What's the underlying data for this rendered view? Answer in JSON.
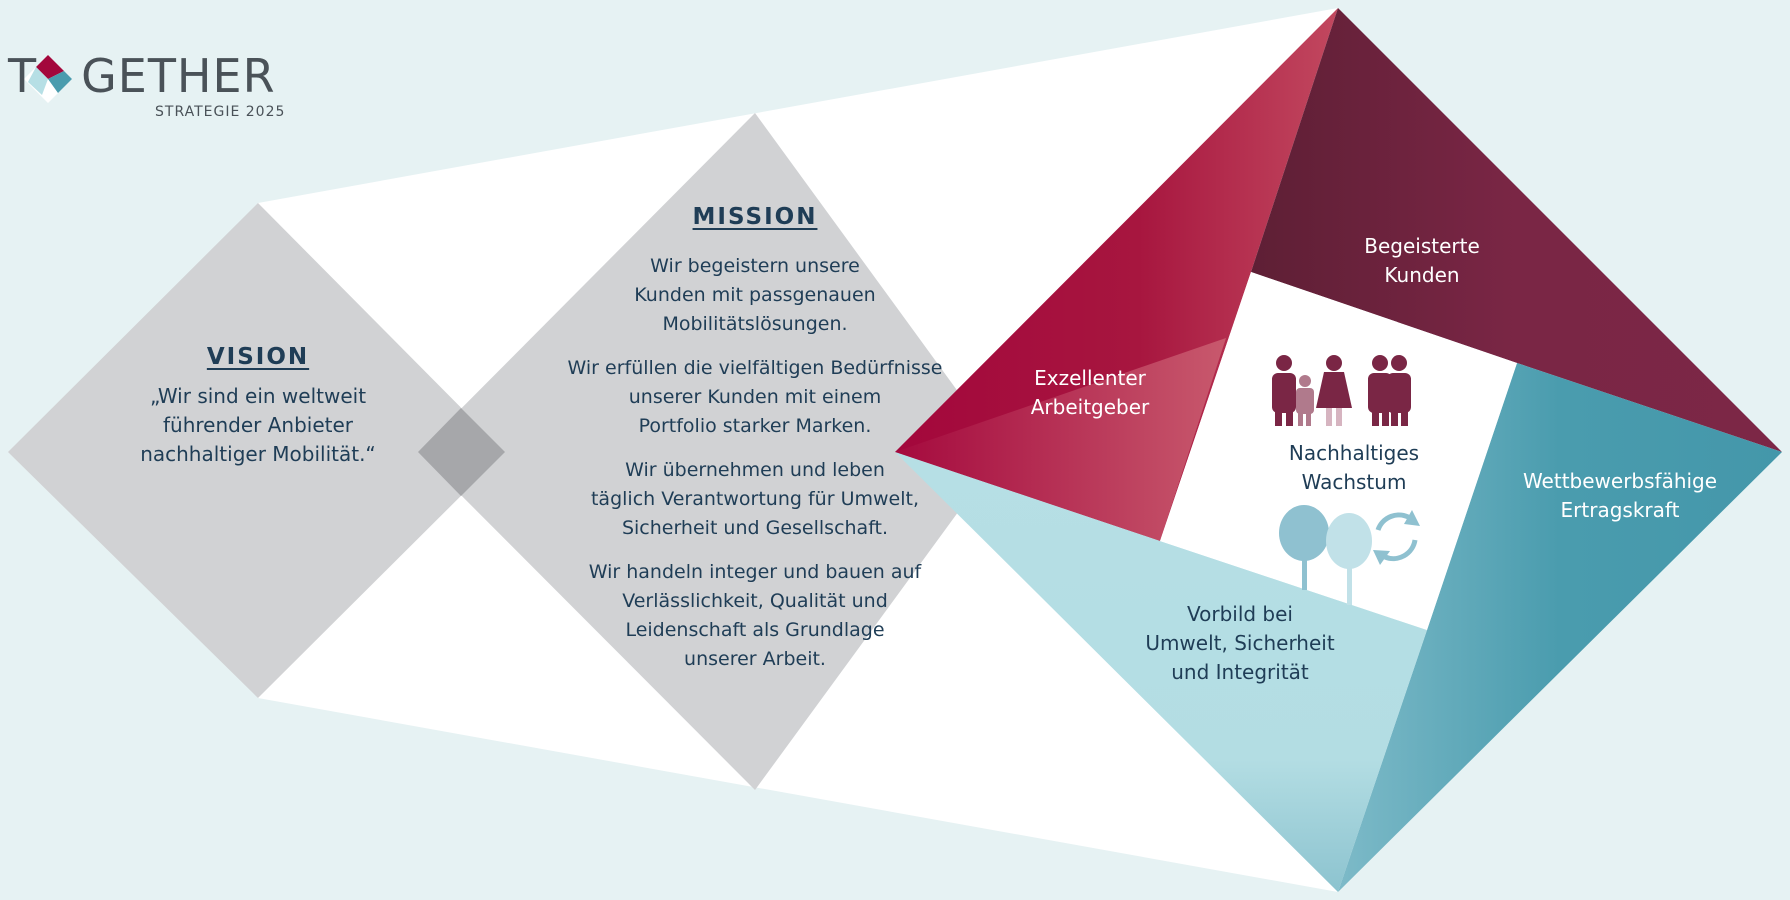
{
  "logo": {
    "letter_t": "T",
    "letters_rest": "GETHER",
    "subtitle": "STRATEGIE 2025"
  },
  "vision": {
    "heading": "VISION",
    "lines": [
      "„Wir sind ein weltweit",
      "führender Anbieter",
      "nachhaltiger Mobilität.“"
    ]
  },
  "mission": {
    "heading": "MISSION",
    "paragraphs": [
      [
        "Wir begeistern unsere",
        "Kunden mit passgenauen",
        "Mobilitätslösungen."
      ],
      [
        "Wir erfüllen die vielfältigen Bedürfnisse",
        "unserer Kunden mit einem",
        "Portfolio starker Marken."
      ],
      [
        "Wir übernehmen und leben",
        "täglich Verantwortung für Umwelt,",
        "Sicherheit und Gesellschaft."
      ],
      [
        "Wir handeln integer und bauen auf",
        "Verlässlichkeit, Qualität und",
        "Leidenschaft als Grundlage",
        "unserer Arbeit."
      ]
    ]
  },
  "goals": {
    "customers": [
      "Begeisterte",
      "Kunden"
    ],
    "employer": [
      "Exzellenter",
      "Arbeitgeber"
    ],
    "growth": [
      "Nachhaltiges",
      "Wachstum"
    ],
    "profit": [
      "Wettbewerbsfähige",
      "Ertragskraft"
    ],
    "role_model": [
      "Vorbild bei",
      "Umwelt, Sicherheit",
      "und Integrität"
    ]
  },
  "colors": {
    "background": "#e6f2f3",
    "diamond_grey": "#d1d2d4",
    "overlap_grey": "#a6a7aa",
    "text_navy": "#1f3d56",
    "crimson": "#a3073c",
    "burgundy": "#7a2645",
    "teal": "#4a9cae",
    "light_teal": "#b6dfe5"
  }
}
